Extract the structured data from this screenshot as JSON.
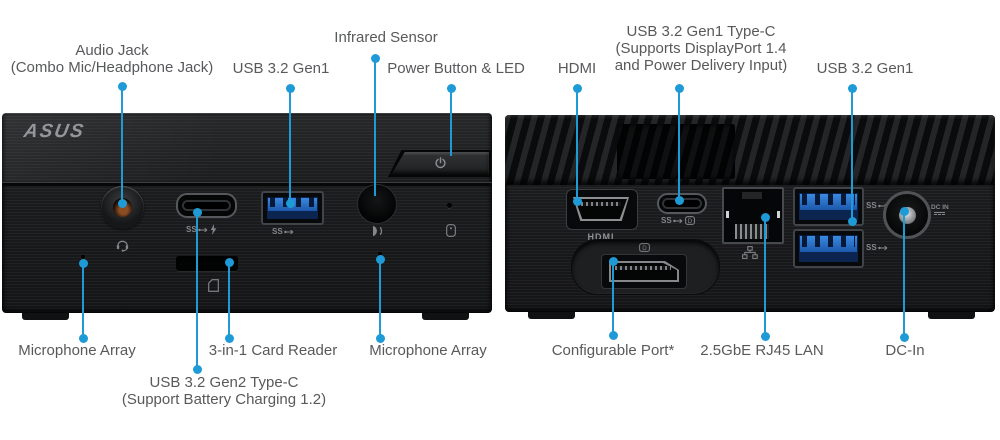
{
  "colors": {
    "accent": "#1E9BD7",
    "label_text": "#58595B",
    "chassis": "#1B1C1E",
    "usb_port_blue": "#2468C4"
  },
  "front_panel": {
    "logo": "ASUS",
    "labels": {
      "audio_jack_line1": "Audio Jack",
      "audio_jack_line2": "(Combo Mic/Headphone Jack)",
      "usb": "USB 3.2 Gen1",
      "infrared": "Infrared Sensor",
      "power": "Power Button & LED",
      "mic_left": "Microphone Array",
      "card_reader": "3-in-1 Card Reader",
      "mic_right": "Microphone Array",
      "usbc_line1": "USB 3.2 Gen2 Type-C",
      "usbc_line2": "(Support Battery Charging 1.2)"
    }
  },
  "rear_panel": {
    "labels": {
      "hdmi": "HDMI",
      "usbc_line1": "USB 3.2 Gen1 Type-C",
      "usbc_line2": "(Supports DisplayPort 1.4",
      "usbc_line3": "and Power Delivery Input)",
      "usb": "USB 3.2 Gen1",
      "configurable": "Configurable Port*",
      "lan": "2.5GbE RJ45 LAN",
      "dc_in": "DC-In"
    }
  },
  "port_marks": {
    "ss": "SS",
    "hdmi": "HDMI",
    "dc_in": "DC IN",
    "dp_letter": "D"
  }
}
